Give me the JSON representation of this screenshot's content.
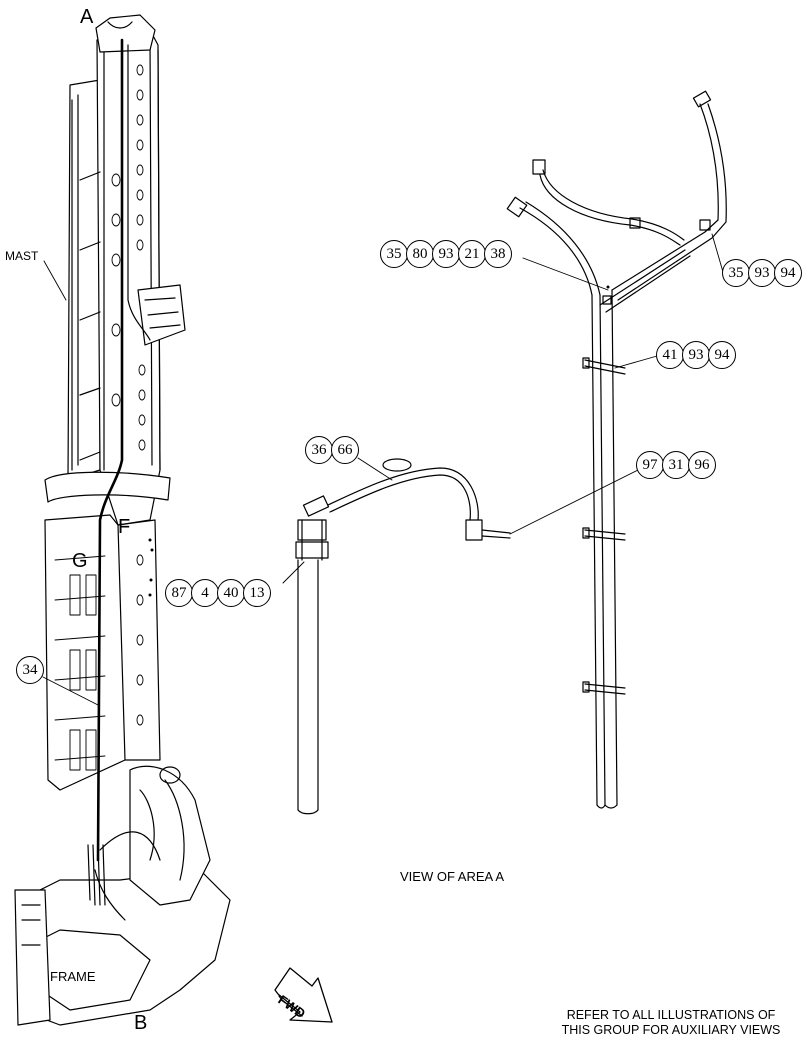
{
  "view_letters": {
    "a": "A",
    "b": "B",
    "f": "F",
    "g": "G"
  },
  "labels": {
    "mast": "MAST",
    "frame": "FRAME",
    "fwd": "FWD",
    "view_caption": "VIEW OF AREA  A",
    "note_line1": "REFER TO ALL ILLUSTRATIONS OF",
    "note_line2": "THIS GROUP FOR AUXILIARY VIEWS"
  },
  "callouts": {
    "c1": [
      "35",
      "80",
      "93",
      "21",
      "38"
    ],
    "c2": [
      "35",
      "93",
      "94"
    ],
    "c3": [
      "41",
      "93",
      "94"
    ],
    "c4": [
      "36",
      "66"
    ],
    "c5": [
      "97",
      "31",
      "96"
    ],
    "c6": [
      "87",
      "4",
      "40",
      "13"
    ],
    "c7": [
      "34"
    ]
  }
}
